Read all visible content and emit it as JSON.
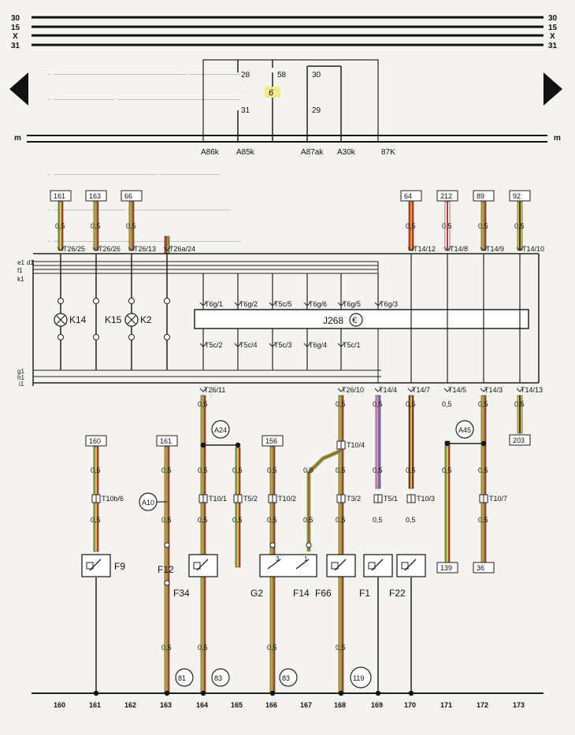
{
  "bus_lines": [
    {
      "label": "30"
    },
    {
      "label": "15"
    },
    {
      "label": "X"
    },
    {
      "label": "31"
    }
  ],
  "relay_top": {
    "pins_left": [
      "28",
      "31"
    ],
    "pins_mid": [
      "58"
    ],
    "pins_right": [
      "30",
      "29"
    ],
    "center_label": "6",
    "bottom_labels": [
      "A86k",
      "A85k",
      "A87ak",
      "A30k",
      "87K"
    ],
    "m_label": "m"
  },
  "ref_boxes_top": [
    "161",
    "163",
    "66",
    "64",
    "212",
    "89",
    "92"
  ],
  "wire_sizes": "0,5",
  "connectors_top": [
    "T26/25",
    "T26/26",
    "T26/13",
    "T26a/24",
    "T14/12",
    "T14/8",
    "T14/9",
    "T14/10"
  ],
  "left_rail_labels": [
    "e1",
    "d1",
    "f1",
    "k1",
    "g1",
    "h1",
    "i1"
  ],
  "lamps": [
    "K14",
    "K15",
    "K2"
  ],
  "module": {
    "name": "J268",
    "symbol": "€",
    "pins_top": [
      "T6g/1",
      "T6g/2",
      "T5c/5",
      "T6g/6",
      "T6g/5",
      "T6g/3"
    ],
    "pins_bottom": [
      "T5c/2",
      "T5c/4",
      "T5c/3",
      "T6g/4",
      "T5c/1"
    ]
  },
  "connectors_mid": [
    "T26/11",
    "T26/10",
    "T14/4",
    "T14/7",
    "T14/5",
    "T14/3",
    "T14/13"
  ],
  "circle_marks": [
    "A24",
    "A10",
    "A45"
  ],
  "ref_boxes_mid": [
    "160",
    "161",
    "156",
    "203"
  ],
  "connectors_low": [
    "T10b/6",
    "T10/1",
    "T5/2",
    "T10/2",
    "T10/4",
    "T3/2",
    "T5/1",
    "T10/3",
    "T10/7"
  ],
  "ref_boxes_low": [
    "139",
    "36"
  ],
  "switches": [
    "F9",
    "F12",
    "F34",
    "G2",
    "F14",
    "F66",
    "F1",
    "F22"
  ],
  "switch_pins": [
    "3",
    "1"
  ],
  "ground_circles": [
    "81",
    "83",
    "83",
    "119"
  ],
  "numbers_bottom": [
    "160",
    "161",
    "162",
    "163",
    "164",
    "165",
    "166",
    "167",
    "168",
    "169",
    "170",
    "171",
    "172",
    "173"
  ]
}
